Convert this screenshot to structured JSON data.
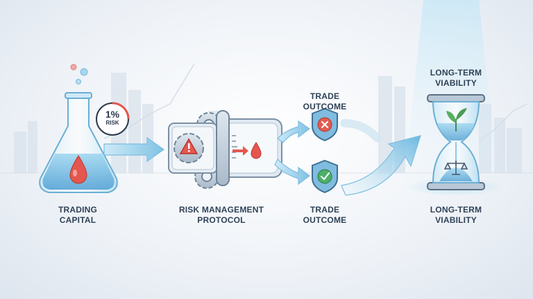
{
  "colors": {
    "glass": "#9fd4ea",
    "liquid": "#6fb6e0",
    "drop": "#e5574e",
    "arrow": "#8cc9e6",
    "gear": "#b8c7d6",
    "shield_fail": "#e25b4f",
    "shield_ok": "#4caf68",
    "text": "#2f4257"
  },
  "nodes": {
    "capital": {
      "icon": "flask-icon",
      "badge_percent": "1%",
      "badge_label": "RISK",
      "label_line1": "TRADING",
      "label_line2": "CAPITAL"
    },
    "risk": {
      "icon": "gear-filter-icon",
      "label_line1": "RISK MANAGEMENT",
      "label_line2": "PROTOCOL"
    },
    "outcome_fail": {
      "icon": "shield-x-icon",
      "label_line1": "TRADE",
      "label_line2": "OUTCOME"
    },
    "outcome_win": {
      "icon": "shield-check-icon",
      "label_line1": "TRADE",
      "label_line2": "OUTCOME"
    },
    "viability": {
      "icon": "hourglass-plant-icon",
      "top_line1": "LONG-TERM",
      "top_line2": "VIABILITY",
      "label_line1": "LONG-TERM",
      "label_line2": "VIABILITY"
    }
  }
}
